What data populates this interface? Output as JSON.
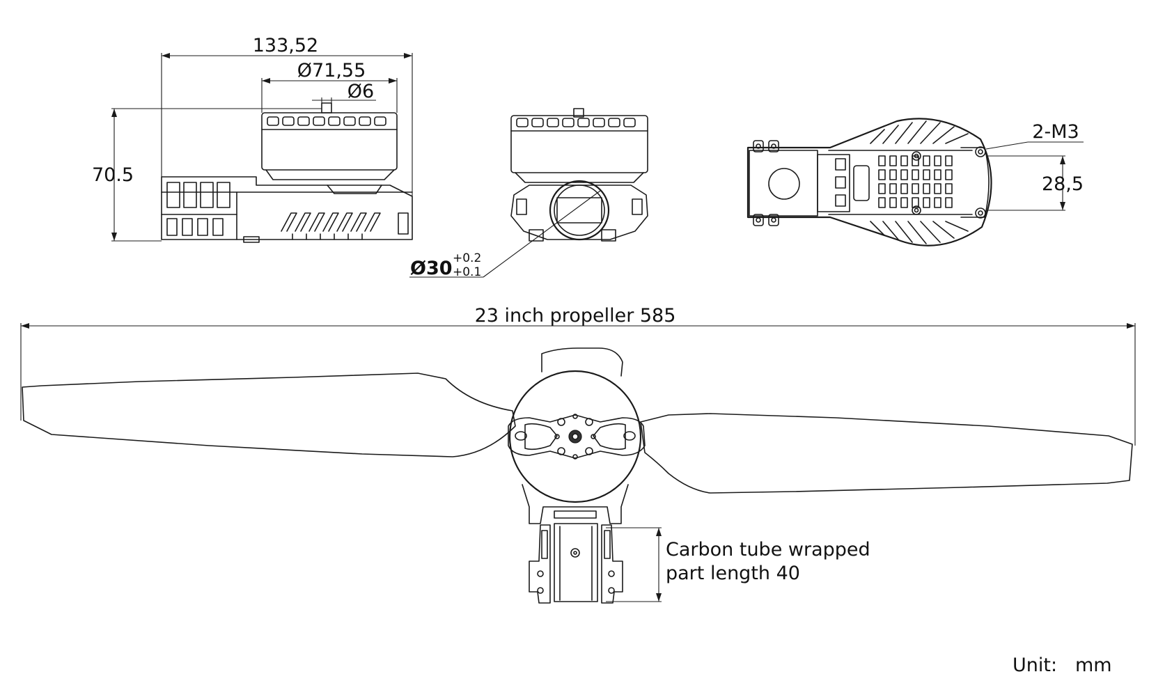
{
  "dimensions": {
    "overall_length": "133,52",
    "rotor_diameter": "Ø71,55",
    "shaft_diameter": "Ø6",
    "height": "70.5",
    "tube_diameter": "Ø30",
    "tube_tolerance_upper": "+0.2",
    "tube_tolerance_lower": "+0.1",
    "mount_screws": "2-M3",
    "mount_spacing": "28,5",
    "propeller": "23 inch propeller 585",
    "carbon_tube_line1": "Carbon tube wrapped",
    "carbon_tube_line2": "part length 40"
  },
  "unit": {
    "label": "Unit:",
    "value": "mm"
  },
  "colors": {
    "line": "#1a1a1a",
    "background": "#ffffff"
  }
}
